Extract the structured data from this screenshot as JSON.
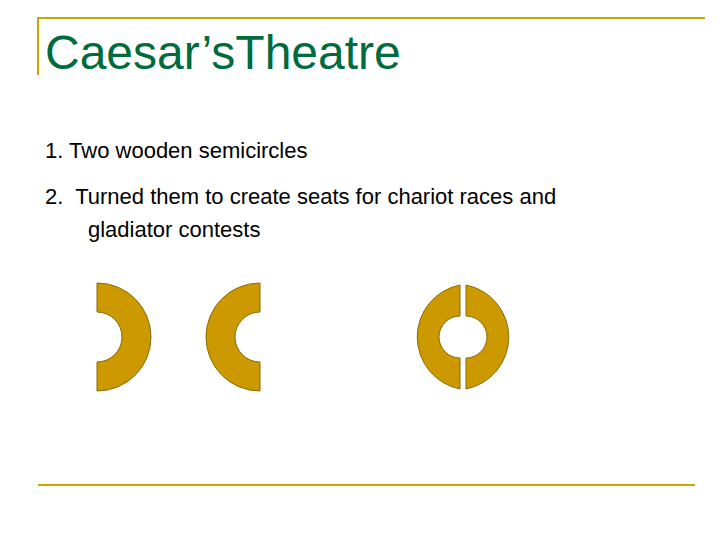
{
  "diagram": {
    "title": "Caesar’sTheatre",
    "labels": [
      "1. Two wooden semicircles",
      "2.  Turned them to create seats for chariot races and gladiator contests"
    ]
  }
}
